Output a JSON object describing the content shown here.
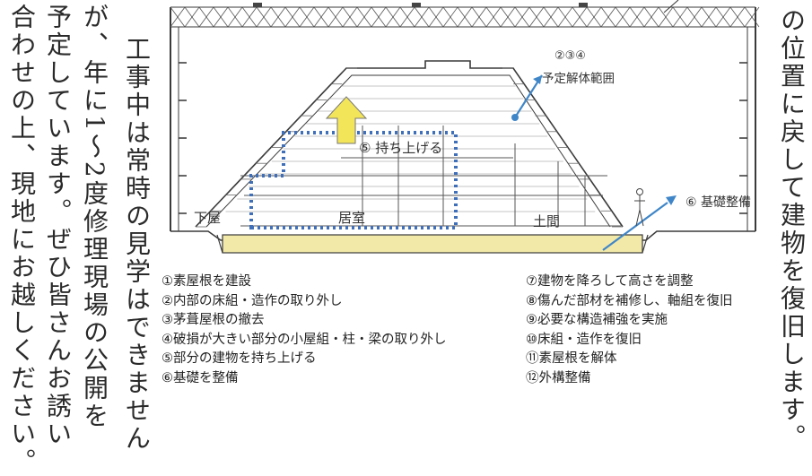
{
  "body_text": {
    "col1": "合わせの上、現地にお越しください。",
    "col2": "予定しています。ぜひ皆さんお誘い",
    "col3": "が、年に1～2度修理現場の公開を",
    "col4": "工事中は常時の見学はできません",
    "right_col": "の位置に戻して建物を復旧します。"
  },
  "diagram": {
    "planned_dismantle_nums": "②③④",
    "planned_dismantle_label": "予定解体範囲",
    "lift_label": "⑤ 持ち上げる",
    "foundation_label": "⑥ 基礎整備",
    "room_shimoya": "下屋",
    "room_kyoshitsu": "居室",
    "room_doma": "土間",
    "colors": {
      "lift_arrow": "#f3e55a",
      "lift_box": "#3f6fb8",
      "pointer_arrow": "#3f86c8",
      "foundation": "#f2e9a8",
      "line": "#3a3a3a"
    }
  },
  "steps_left": [
    "①素屋根を建設",
    "②内部の床組・造作の取り外し",
    "③茅葺屋根の撤去",
    "④破損が大きい部分の小屋組・柱・梁の取り外し",
    "⑤部分の建物を持ち上げる",
    "⑥基礎を整備"
  ],
  "steps_right": [
    "⑦建物を降ろして高さを調整",
    "⑧傷んだ部材を補修し、軸組を復旧",
    "⑨必要な構造補強を実施",
    "⑩床組・造作を復旧",
    "⑪素屋根を解体",
    "⑫外構整備"
  ]
}
